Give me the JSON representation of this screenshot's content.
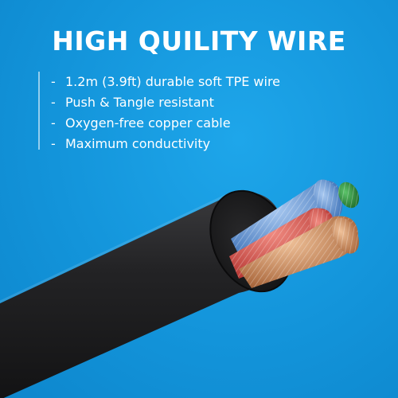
{
  "headline": "HIGH QUILITY WIRE",
  "features": [
    "1.2m (3.9ft) durable soft TPE wire",
    "Push & Tangle resistant",
    "Oxygen-free copper cable",
    "Maximum conductivity"
  ],
  "bullet": "-",
  "colors": {
    "background": "#1799dd",
    "jacket": "#1e1e20",
    "wire_blue": "#5a8fd2",
    "wire_red": "#d8524c",
    "wire_green": "#2f8a3a",
    "wire_copper": "#c98655"
  }
}
